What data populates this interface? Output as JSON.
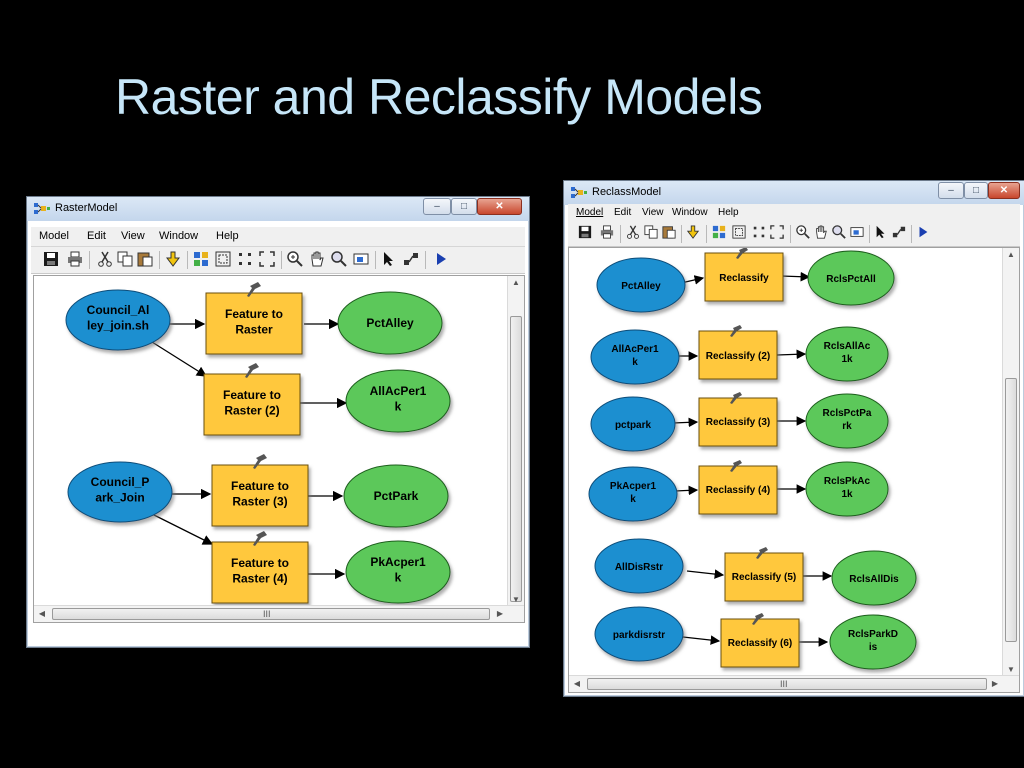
{
  "slide": {
    "title": "Raster and Reclassify Models"
  },
  "raster_model": {
    "window_title": "RasterModel",
    "menu": [
      "Model",
      "Edit",
      "View",
      "Window",
      "Help"
    ],
    "window_controls": {
      "minimize": "–",
      "maximize": "□",
      "close": "✕"
    },
    "scrollbar_grip": "III",
    "nodes": {
      "input_1": "Council_Al\nley_join.sh",
      "input_2": "Council_P\nark_Join",
      "tool_1": "Feature to\nRaster",
      "tool_2": "Feature to\nRaster (2)",
      "tool_3": "Feature to\nRaster (3)",
      "tool_4": "Feature to\nRaster (4)",
      "output_1": "PctAlley",
      "output_2": "AllAcPer1\nk",
      "output_3": "PctPark",
      "output_4": "PkAcper1\nk"
    }
  },
  "reclass_model": {
    "window_title": "ReclassModel",
    "menu": [
      "Model",
      "Edit",
      "View",
      "Window",
      "Help"
    ],
    "window_controls": {
      "minimize": "–",
      "maximize": "□",
      "close": "✕"
    },
    "scrollbar_grip": "III",
    "nodes": {
      "input_1": "PctAlley",
      "input_2": "AllAcPer1\nk",
      "input_3": "pctpark",
      "input_4": "PkAcper1\nk",
      "input_5": "AllDisRstr",
      "input_6": "parkdisrstr",
      "tool_1": "Reclassify",
      "tool_2": "Reclassify (2)",
      "tool_3": "Reclassify (3)",
      "tool_4": "Reclassify (4)",
      "tool_5": "Reclassify (5)",
      "tool_6": "Reclassify (6)",
      "output_1": "RclsPctAll",
      "output_2": "RclsAllAc\n1k",
      "output_3": "RclsPctPa\nrk",
      "output_4": "RclsPkAc\n1k",
      "output_5": "RclsAllDis",
      "output_6": "RclsParkD\nis"
    }
  },
  "colors": {
    "input_blue": "#1f8fd0",
    "tool_yellow": "#ffc83d",
    "output_green": "#5cc85a",
    "title_text": "#c6e6f8"
  },
  "toolbar_icons": [
    "save-icon",
    "print-icon",
    "cut-icon",
    "copy-icon",
    "paste-icon",
    "add-data-icon",
    "layout-icon",
    "full-extent-icon",
    "fit-icon",
    "zoom-extent-icon",
    "zoom-in-icon",
    "pan-icon",
    "zoom-fixed-icon",
    "overview-icon",
    "select-icon",
    "connect-icon",
    "run-icon"
  ]
}
